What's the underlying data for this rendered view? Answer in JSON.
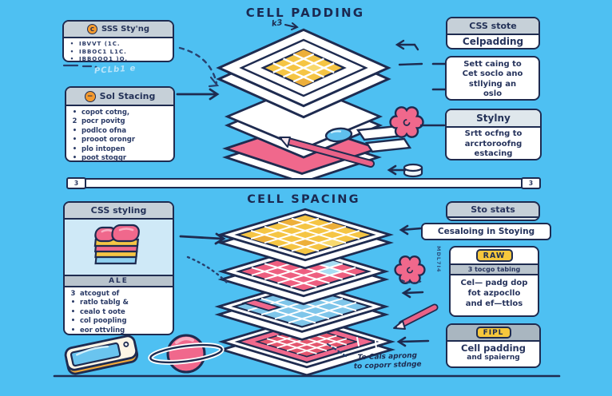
{
  "colors": {
    "background": "#4ec0f2",
    "ink": "#1e2b50",
    "pink": "#f0688c",
    "yellow": "#f5c544",
    "cell_blue": "#7fc6ea",
    "box_header_gray": "#c6d0d8",
    "tag_yellow": "#f6c73c",
    "orange_icon": "#f49a2e"
  },
  "padding_section": {
    "title": "CELL PADDING",
    "sss_box": {
      "header": "SSS Sty'ng",
      "icon": "C",
      "markers": [
        "•",
        "•",
        "•"
      ],
      "items": [
        "IBVVT (1C.",
        "IBBOC1 L1C.",
        "IBBOOO1 )O."
      ]
    },
    "note": "PCLb1 e",
    "sketch_label": "k3",
    "sol_box": {
      "header": "Sol Stacing",
      "icon": "−",
      "markers": [
        "•",
        "2",
        "•",
        "•",
        "•",
        "•"
      ],
      "items": [
        "copot cotng,",
        "pocr povitg",
        "podlco ofna",
        "prooot orongr",
        "plo intopen",
        "poot stoggr"
      ]
    },
    "stote_box": {
      "header": "CSS stote",
      "body": "Celpadding"
    },
    "sett_box": {
      "body": "Sett caing to\nCet soclo ano\nstllying an\noslo"
    },
    "stylny_box": {
      "header": "Stylny",
      "body": "Srtt ocfng to\narcrtoroofng\nestacing"
    }
  },
  "divider": {
    "left_label": "3",
    "right_label": "3"
  },
  "spacing_section": {
    "title": "CELL SPACING",
    "styling_box": {
      "header": "CSS styling",
      "tag": "ALE",
      "markers": [
        "3",
        "•",
        "•",
        "•",
        "•"
      ],
      "items": [
        "atcogut of",
        "ratlo tablg &",
        "cealo t oote",
        "col poopling",
        "eor ottvling"
      ]
    },
    "sto_box": {
      "header": "Sto stats"
    },
    "callout": "Cesaloing in Stoying",
    "raw_box": {
      "tag": "RAW",
      "subheader": "3 tocgo tabing",
      "body": "Cel— padg dop\nfot azpocllo\nand ef—ttlos"
    },
    "fipl_box": {
      "tag": "FIPL",
      "body_line1": "Cell padding",
      "body_line2": "and spaierng"
    },
    "annotation": "To Cals aprong\nto coporr stdnge",
    "scribble": "MDL7I4"
  }
}
